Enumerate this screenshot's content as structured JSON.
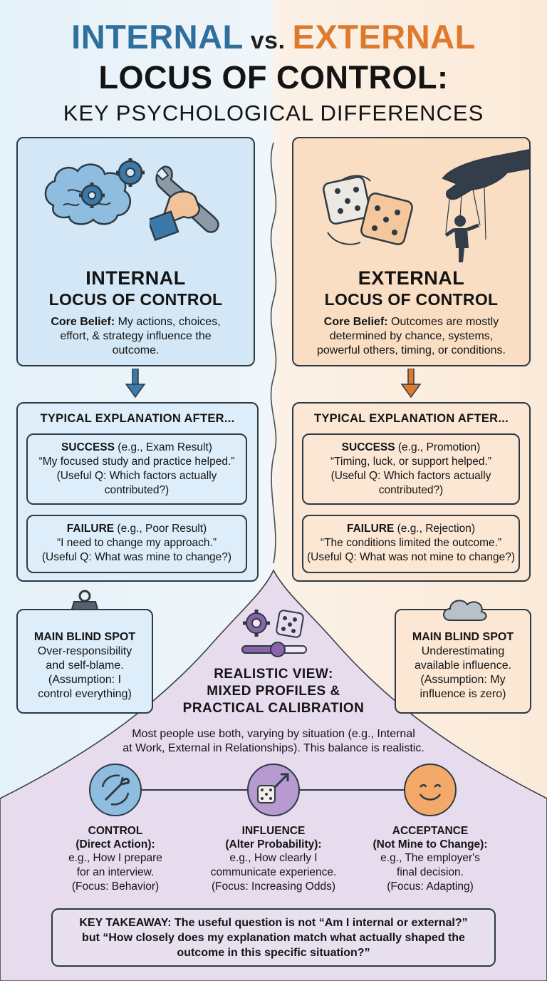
{
  "title": {
    "internal": "INTERNAL",
    "vs": "vs.",
    "external": "EXTERNAL",
    "line2": "LOCUS OF CONTROL:",
    "line3": "KEY PSYCHOLOGICAL DIFFERENCES"
  },
  "internal": {
    "heading": "INTERNAL",
    "subheading": "LOCUS OF CONTROL",
    "core_label": "Core Belief:",
    "core_lines": [
      " My actions, choices,",
      "effort, & strategy influence the",
      "outcome."
    ],
    "explanation_title": "TYPICAL EXPLANATION AFTER...",
    "success": {
      "label": "SUCCESS",
      "example": " (e.g., Exam Result)",
      "quote": "“My focused study and practice helped.”",
      "question_lines": [
        "(Useful Q: Which factors actually",
        "contributed?)"
      ]
    },
    "failure": {
      "label": "FAILURE",
      "example": " (e.g., Poor Result)",
      "quote": "“I need to change my approach.”",
      "question": "(Useful Q: What was mine to change?)"
    },
    "blind_spot": {
      "title": "MAIN BLIND SPOT",
      "lines": [
        "Over-responsibility",
        "and self-blame.",
        "(Assumption: I",
        "control everything)"
      ]
    }
  },
  "external": {
    "heading": "EXTERNAL",
    "subheading": "LOCUS OF CONTROL",
    "core_label": "Core Belief:",
    "core_lines": [
      " Outcomes are mostly",
      "determined by chance, systems,",
      "powerful others, timing, or conditions."
    ],
    "explanation_title": "TYPICAL EXPLANATION AFTER...",
    "success": {
      "label": "SUCCESS",
      "example": " (e.g., Promotion)",
      "quote": "“Timing, luck, or support helped.”",
      "question_lines": [
        "(Useful Q: Which factors actually",
        "contributed?)"
      ]
    },
    "failure": {
      "label": "FAILURE",
      "example": " (e.g., Rejection)",
      "quote": "“The conditions limited the outcome.”",
      "question": "(Useful Q: What was not mine to change?)"
    },
    "blind_spot": {
      "title": "MAIN BLIND SPOT",
      "lines": [
        "Underestimating",
        "available influence.",
        "(Assumption: My",
        "influence is zero)"
      ]
    }
  },
  "realistic": {
    "heading_lines": [
      "REALISTIC VIEW:",
      "MIXED PROFILES &",
      "PRACTICAL CALIBRATION"
    ],
    "description_lines": [
      "Most people use both, varying by situation (e.g., Internal",
      "at Work, External in Relationships). This balance is realistic."
    ]
  },
  "spectrum": [
    {
      "title": "CONTROL",
      "subtitle": "(Direct Action):",
      "lines": [
        "e.g., How I prepare",
        "for an interview.",
        "(Focus: Behavior)"
      ]
    },
    {
      "title": "INFLUENCE",
      "subtitle": "(Alter Probability):",
      "lines": [
        "e.g., How clearly I",
        "communicate experience.",
        "(Focus: Increasing Odds)"
      ]
    },
    {
      "title": "ACCEPTANCE",
      "subtitle": "(Not Mine to Change):",
      "lines": [
        "e.g., The employer's",
        "final decision.",
        "(Focus: Adapting)"
      ]
    }
  ],
  "takeaway": {
    "lines": [
      "KEY TAKEAWAY: The useful question is not “Am I internal or external?”",
      "but “How closely does my explanation match what actually shaped the",
      "outcome in this specific situation?”"
    ]
  },
  "colors": {
    "internal_blue": "#2f6f9e",
    "external_orange": "#dd7a2e",
    "realistic_purple": "#8a63a8"
  },
  "icons": [
    "brain-gears-icon",
    "wrench-hand-icon",
    "dice-icon",
    "puppet-hand-icon",
    "weight-icon",
    "cloud-icon",
    "gear-dice-icon",
    "slider-icon",
    "wrench-cycle-icon",
    "dice-arrow-icon",
    "smile-icon"
  ]
}
